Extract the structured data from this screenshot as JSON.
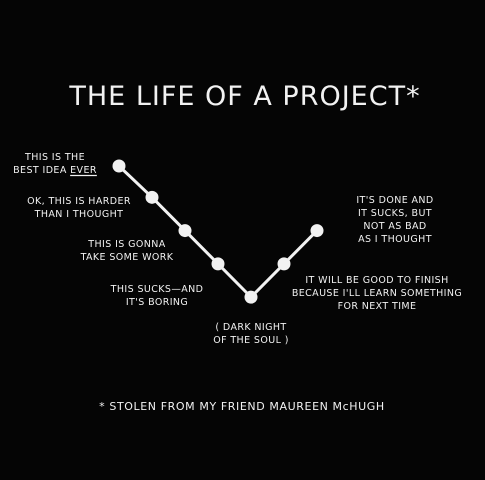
{
  "chart_data": {
    "type": "line",
    "title": "THE LIFE OF A PROJECT*",
    "footnote": "* STOLEN FROM MY FRIEND MAUREEN McHUGH",
    "colors": {
      "background": "#050505",
      "ink": "#f2f2f2"
    },
    "grid": false,
    "legend": "none",
    "points": [
      {
        "x": 1,
        "y": 8,
        "label": [
          "THIS IS THE",
          "BEST IDEA EVER"
        ],
        "emphasis": "EVER"
      },
      {
        "x": 2,
        "y": 6.4,
        "label": [
          "OK, THIS IS HARDER",
          "THAN I THOUGHT"
        ]
      },
      {
        "x": 3,
        "y": 4.7,
        "label": [
          "THIS IS GONNA",
          "TAKE SOME WORK"
        ]
      },
      {
        "x": 4,
        "y": 3.0,
        "label": [
          "THIS SUCKS—AND",
          "IT'S BORING"
        ]
      },
      {
        "x": 5,
        "y": 1.3,
        "label": [
          "( DARK NIGHT",
          "OF THE SOUL )"
        ]
      },
      {
        "x": 6,
        "y": 3.0,
        "label": [
          "IT WILL BE GOOD TO FINISH",
          "BECAUSE I'LL LEARN SOMETHING",
          "FOR NEXT TIME"
        ]
      },
      {
        "x": 7,
        "y": 4.7,
        "label": [
          "IT'S DONE AND",
          "IT SUCKS, BUT",
          "NOT AS BAD",
          "AS I THOUGHT"
        ]
      }
    ]
  }
}
